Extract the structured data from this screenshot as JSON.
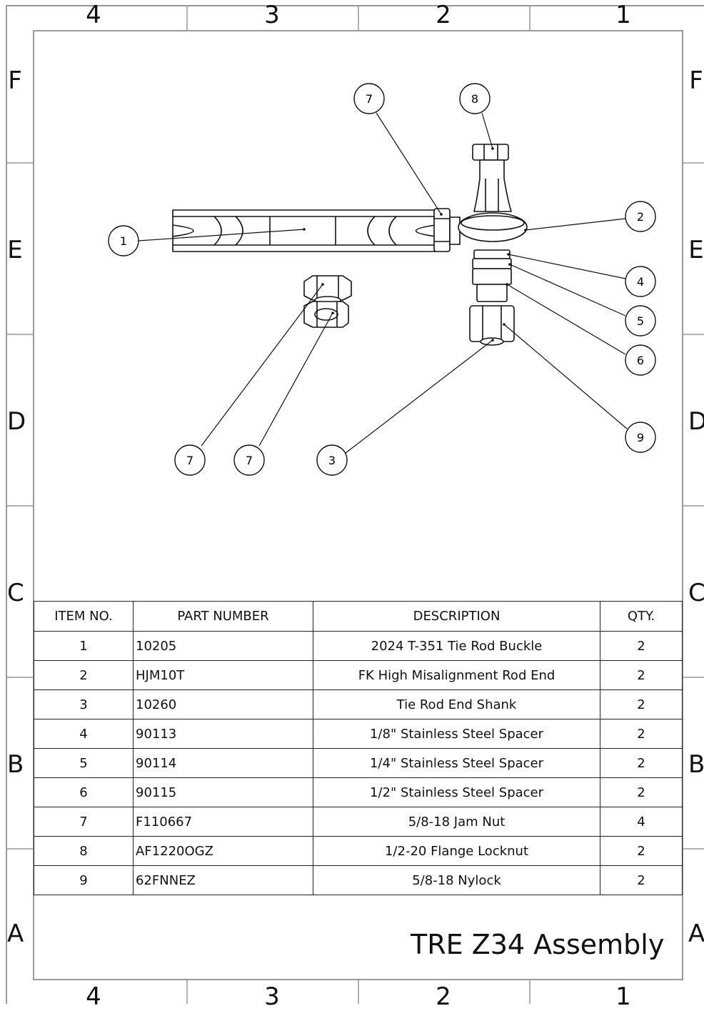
{
  "zones": {
    "columns": [
      "4",
      "3",
      "2",
      "1"
    ],
    "rows": [
      "F",
      "E",
      "D",
      "C",
      "B",
      "A"
    ]
  },
  "balloons": [
    {
      "id": "b-1",
      "label": "1"
    },
    {
      "id": "b-7-top",
      "label": "7"
    },
    {
      "id": "b-8",
      "label": "8"
    },
    {
      "id": "b-2",
      "label": "2"
    },
    {
      "id": "b-4",
      "label": "4"
    },
    {
      "id": "b-5",
      "label": "5"
    },
    {
      "id": "b-6",
      "label": "6"
    },
    {
      "id": "b-9",
      "label": "9"
    },
    {
      "id": "b-3",
      "label": "3"
    },
    {
      "id": "b-7-left",
      "label": "7"
    },
    {
      "id": "b-7-mid",
      "label": "7"
    }
  ],
  "bom": {
    "headers": [
      "ITEM NO.",
      "PART NUMBER",
      "DESCRIPTION",
      "QTY."
    ],
    "rows": [
      {
        "item": "1",
        "part": "10205",
        "desc": "2024 T-351 Tie Rod Buckle",
        "qty": "2"
      },
      {
        "item": "2",
        "part": "HJM10T",
        "desc": "FK High Misalignment Rod End",
        "qty": "2"
      },
      {
        "item": "3",
        "part": "10260",
        "desc": "Tie Rod End Shank",
        "qty": "2"
      },
      {
        "item": "4",
        "part": "90113",
        "desc": "1/8\" Stainless Steel Spacer",
        "qty": "2"
      },
      {
        "item": "5",
        "part": "90114",
        "desc": "1/4\" Stainless Steel Spacer",
        "qty": "2"
      },
      {
        "item": "6",
        "part": "90115",
        "desc": "1/2\" Stainless Steel Spacer",
        "qty": "2"
      },
      {
        "item": "7",
        "part": "F110667",
        "desc": "5/8-18 Jam Nut",
        "qty": "4"
      },
      {
        "item": "8",
        "part": "AF1220OGZ",
        "desc": "1/2-20 Flange Locknut",
        "qty": "2"
      },
      {
        "item": "9",
        "part": "62FNNEZ",
        "desc": "5/8-18 Nylock",
        "qty": "2"
      }
    ]
  },
  "title": "TRE Z34 Assembly"
}
